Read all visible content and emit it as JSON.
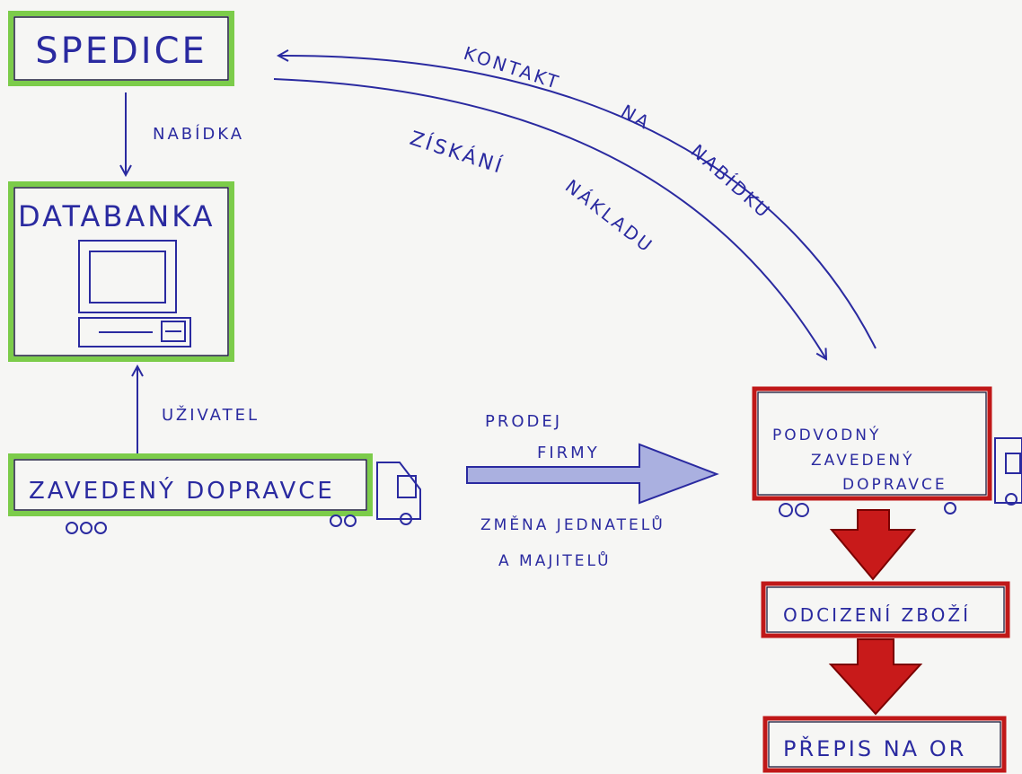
{
  "colors": {
    "ink": "#2a2aa0",
    "green_box_border": "#7ccc4a",
    "red_box_border": "#c01818",
    "red_arrow_fill": "#c81a1a",
    "sale_arrow_fill": "#aab0e0"
  },
  "nodes": {
    "spedice": "SPEDICE",
    "databanka": "DATABANKA",
    "zavedeny_dopravce": "ZAVEDENÝ DOPRAVCE",
    "podvodny_line1": "PODVODNÝ",
    "podvodny_line2": "ZAVEDENÝ",
    "podvodny_line3": "DOPRAVCE",
    "odcizeni": "ODCIZENÍ ZBOŽÍ",
    "prepis": "PŘEPIS NA OR"
  },
  "edges": {
    "nabidka": "NABÍDKA",
    "uzivatel": "UŽIVATEL",
    "kontakt": "KONTAKT",
    "na": "NA",
    "nabidku": "NABÍDKU",
    "ziskani": "ZÍSKÁNÍ",
    "nakladu": "NÁKLADU",
    "prodej": "PRODEJ",
    "firmy": "FIRMY",
    "zmena_line1": "ZMĚNA JEDNATELŮ",
    "zmena_line2": "A MAJITELŮ"
  },
  "icons": [
    "computer-icon",
    "truck-icon"
  ]
}
